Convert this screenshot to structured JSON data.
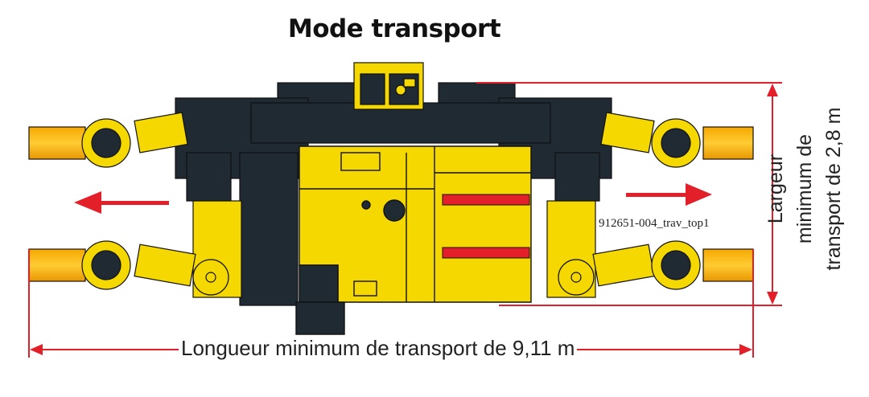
{
  "title": "Mode transport",
  "reference": "912651-004_trav_top1",
  "length_label": "Longueur minimum de transport de 9,11 m",
  "width_label_lines": [
    "Largeur",
    "minimum de",
    "transport de 2,8 m"
  ],
  "colors": {
    "machine_yellow": "#f5d800",
    "machine_dark": "#1f2a33",
    "dimension_red": "#e3202a",
    "outline": "#1a1a1a"
  },
  "icons": [
    "arrow-left-icon",
    "arrow-right-icon"
  ]
}
